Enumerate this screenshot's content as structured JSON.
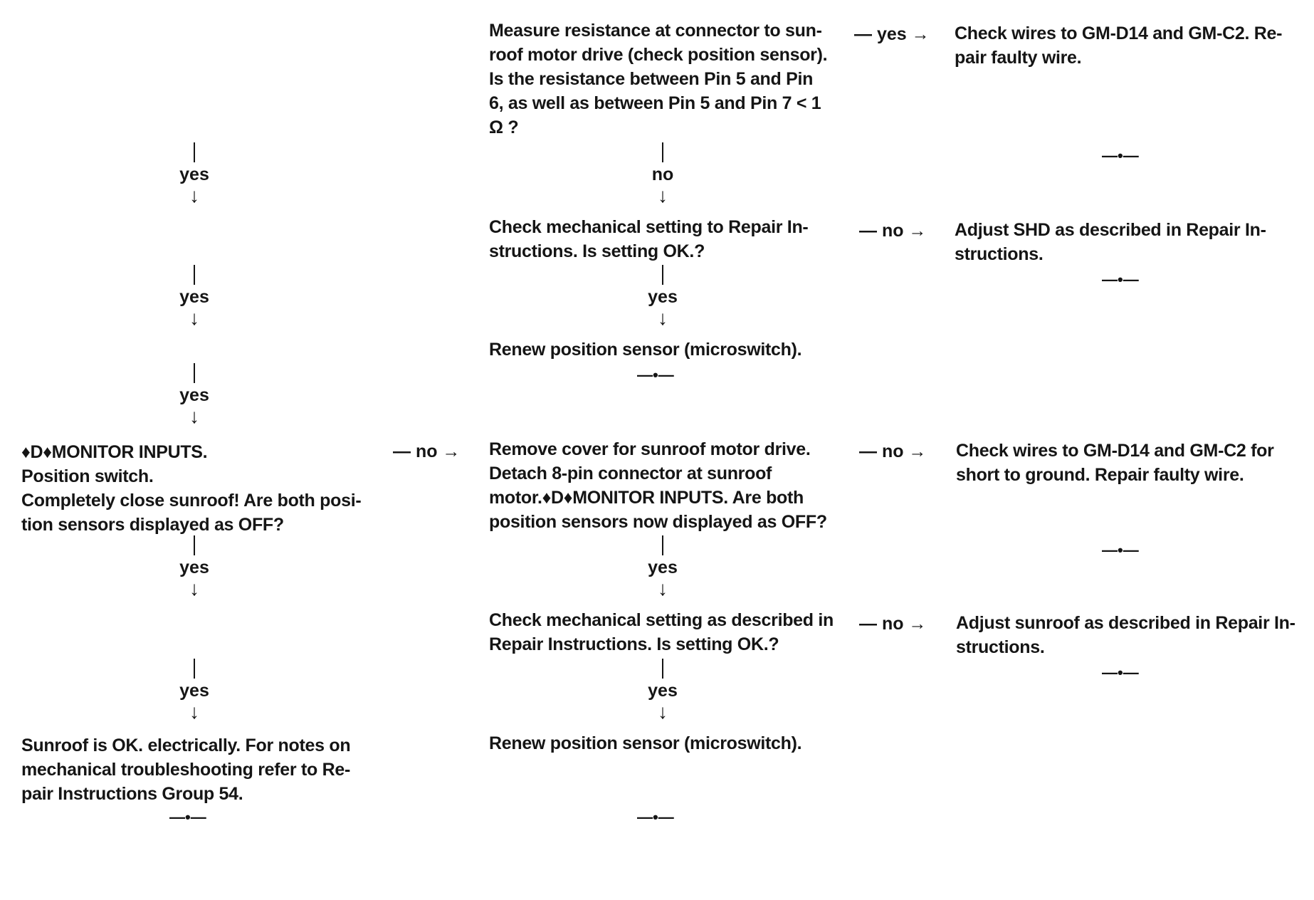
{
  "left_column": {
    "connectors": [
      "yes",
      "yes",
      "yes",
      "yes",
      "yes"
    ],
    "monitor_block": {
      "lines": [
        "♦D♦MONITOR INPUTS.",
        "Position switch.",
        "Completely close sunroof! Are both posi-",
        "tion sensors displayed as OFF?"
      ]
    },
    "sunroof_ok_block": {
      "lines": [
        "Sunroof is OK. electrically. For notes on",
        "mechanical troubleshooting refer to Re-",
        "pair Instructions Group 54."
      ]
    },
    "end_mark": "—•—"
  },
  "middle_column": {
    "measure_block": {
      "lines": [
        "Measure resistance at connector to sun-",
        "roof motor drive (check position sensor).",
        "Is the resistance between Pin 5 and Pin",
        "6, as well as between Pin 5 and Pin 7 < 1",
        "Ω ?"
      ]
    },
    "connector_no": "no",
    "mech_block_1": {
      "lines": [
        "Check mechanical setting to Repair In-",
        "structions. Is setting OK.?"
      ]
    },
    "connector_yes_1": "yes",
    "renew_block_1": {
      "lines": [
        "Renew position sensor (microswitch)."
      ]
    },
    "end_mark_1": "—•—",
    "cover_block": {
      "lines": [
        "Remove cover for sunroof motor drive.",
        "Detach 8-pin connector at sunroof",
        "motor.♦D♦MONITOR INPUTS. Are both",
        "position sensors now displayed as OFF?"
      ]
    },
    "connector_yes_2": "yes",
    "mech_block_2": {
      "lines": [
        "Check mechanical setting as described in",
        "Repair Instructions. Is setting OK.?"
      ]
    },
    "connector_yes_3": "yes",
    "renew_block_2": {
      "lines": [
        "Renew position sensor (microswitch)."
      ]
    },
    "end_mark_2": "—•—"
  },
  "right_column": {
    "wires_block_1": {
      "lines": [
        "Check wires to GM-D14 and GM-C2. Re-",
        "pair faulty wire."
      ]
    },
    "end_mark_1": "—•—",
    "adjust_shd_block": {
      "lines": [
        "Adjust SHD as described in Repair In-",
        "structions."
      ]
    },
    "end_mark_2": "—•—",
    "wires_block_2": {
      "lines": [
        "Check wires to GM-D14 and GM-C2 for",
        "short to ground. Repair faulty wire."
      ]
    },
    "end_mark_3": "—•—",
    "adjust_sunroof_block": {
      "lines": [
        "Adjust sunroof as described in Repair In-",
        "structions."
      ]
    },
    "end_mark_4": "—•—"
  },
  "horizontal_arrows": {
    "measure_to_wires": "— yes →",
    "mech1_to_adjust_shd": "— no →",
    "monitor_to_cover": "— no →",
    "cover_to_wires2": "— no →",
    "mech2_to_adjust_sunroof": "— no →"
  },
  "glyphs": {
    "down_arrow": "↓"
  }
}
